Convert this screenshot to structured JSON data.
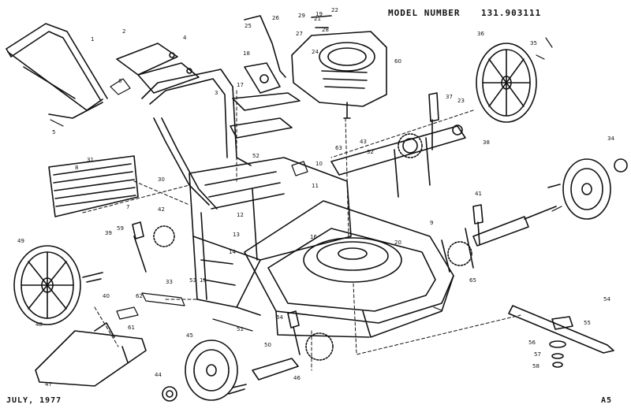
{
  "header": {
    "model_label": "MODEL NUMBER",
    "model_number": "131.903111"
  },
  "footer": {
    "date": "JULY, 1977",
    "page_code": "A5"
  },
  "callouts": [
    "1",
    "2",
    "3",
    "4",
    "5",
    "6",
    "7",
    "8",
    "9",
    "10",
    "11",
    "12",
    "13",
    "14",
    "15",
    "16",
    "17",
    "18",
    "19",
    "20",
    "21",
    "22",
    "23",
    "24",
    "25",
    "26",
    "27",
    "28",
    "29",
    "30",
    "31",
    "32",
    "33",
    "34",
    "35",
    "36",
    "37",
    "38",
    "39",
    "40",
    "41",
    "42",
    "43",
    "44",
    "45",
    "46",
    "47",
    "48",
    "49",
    "50",
    "51",
    "52",
    "53",
    "54",
    "55",
    "56",
    "57",
    "58",
    "59",
    "60",
    "61",
    "62",
    "63",
    "64",
    "65"
  ],
  "colors": {
    "ink": "#111111",
    "paper": "#ffffff"
  }
}
